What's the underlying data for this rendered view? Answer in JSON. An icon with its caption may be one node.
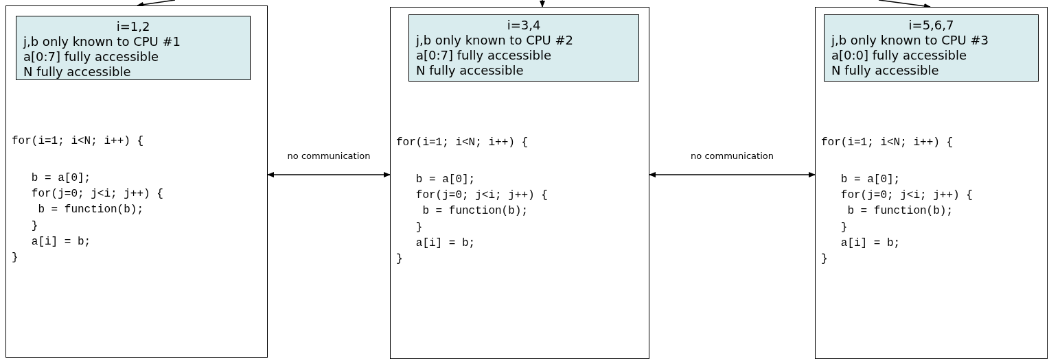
{
  "diagram": {
    "nodes": [
      {
        "text": [
          "for(i=1; i<N; i++) {",
          "b = a[0];",
          "for(j=0; j<i; j++) {",
          "b = function(b);",
          "}",
          "a[i] = b;",
          "}"
        ]
      },
      {
        "text": [
          "i=1,2",
          "j,b only known to CPU #1",
          "a[0:7] fully accessible",
          "N fully accessible"
        ],
        "in": 0
      },
      {
        "text": [
          "for(i=1; i<N; i++) {",
          "b = a[0];",
          "for(j=0; j<i; j++) {",
          "b = function(b);",
          "}",
          "a[i] = b;",
          "}"
        ]
      },
      {
        "text": [
          "i=3,4",
          "j,b only known to CPU #2",
          "a[0:7] fully accessible",
          "N fully accessible"
        ],
        "in": 2
      },
      {
        "text": [
          "for(i=1; i<N; i++) {",
          "b = a[0];",
          "for(j=0; j<i; j++) {",
          "b = function(b);",
          "}",
          "a[i] = b;",
          "}"
        ]
      },
      {
        "text": [
          "i=5,6,7",
          "j,b only known to CPU #3",
          "a[0:0] fully accessible",
          "N fully accessible"
        ],
        "in": 4
      }
    ],
    "edges": [
      {
        "from": null,
        "to": 0,
        "arrow": "to"
      },
      {
        "from": null,
        "to": 2,
        "arrow": "to"
      },
      {
        "from": null,
        "to": 4,
        "arrow": "to"
      },
      {
        "from": 0,
        "to": 2,
        "arrow": "both",
        "label": "no communication"
      },
      {
        "from": 2,
        "to": 4,
        "arrow": "both",
        "label": "no communication"
      }
    ]
  }
}
